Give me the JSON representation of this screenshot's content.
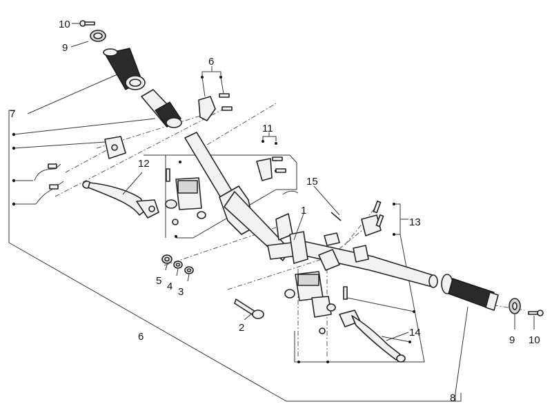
{
  "callouts": {
    "c1": "1",
    "c2": "2",
    "c3": "3",
    "c4": "4",
    "c5": "5",
    "c6_top": "6",
    "c6_bottom": "6",
    "c7": "7",
    "c8": "8",
    "c9_left": "9",
    "c9_right": "9",
    "c10_left": "10",
    "c10_right": "10",
    "c11": "11",
    "c12": "12",
    "c13": "13",
    "c14": "14",
    "c15": "15"
  }
}
